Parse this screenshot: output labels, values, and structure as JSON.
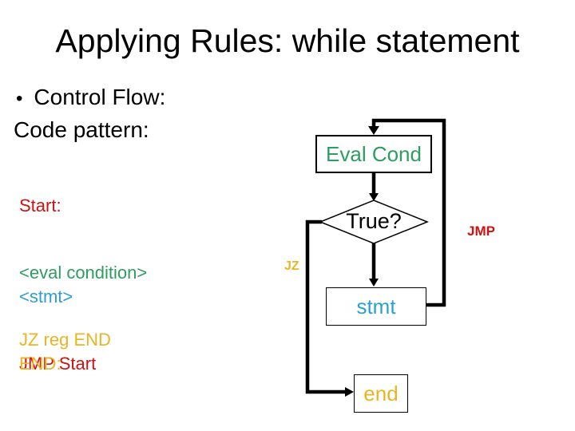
{
  "slide": {
    "title": "Applying Rules: while statement",
    "bullet_char": "•",
    "bullet_text": "Control Flow:",
    "subheading": "Code pattern:",
    "code": {
      "line1": "Start:",
      "line2": "<eval condition>",
      "line3": "JZ reg END",
      "line4": "<stmt>",
      "line5": "JMP Start",
      "line6": "END:"
    }
  },
  "flowchart": {
    "eval_box_label": "Eval Cond",
    "decision_label": "True?",
    "stmt_box_label": "stmt",
    "end_box_label": "end",
    "jz_label": "JZ",
    "jmp_label": "JMP"
  },
  "colors": {
    "red": "#CC1212",
    "green": "#2E9D60",
    "gold": "#EAB422",
    "blue": "#2D9FD0",
    "line_black": "#000000"
  }
}
